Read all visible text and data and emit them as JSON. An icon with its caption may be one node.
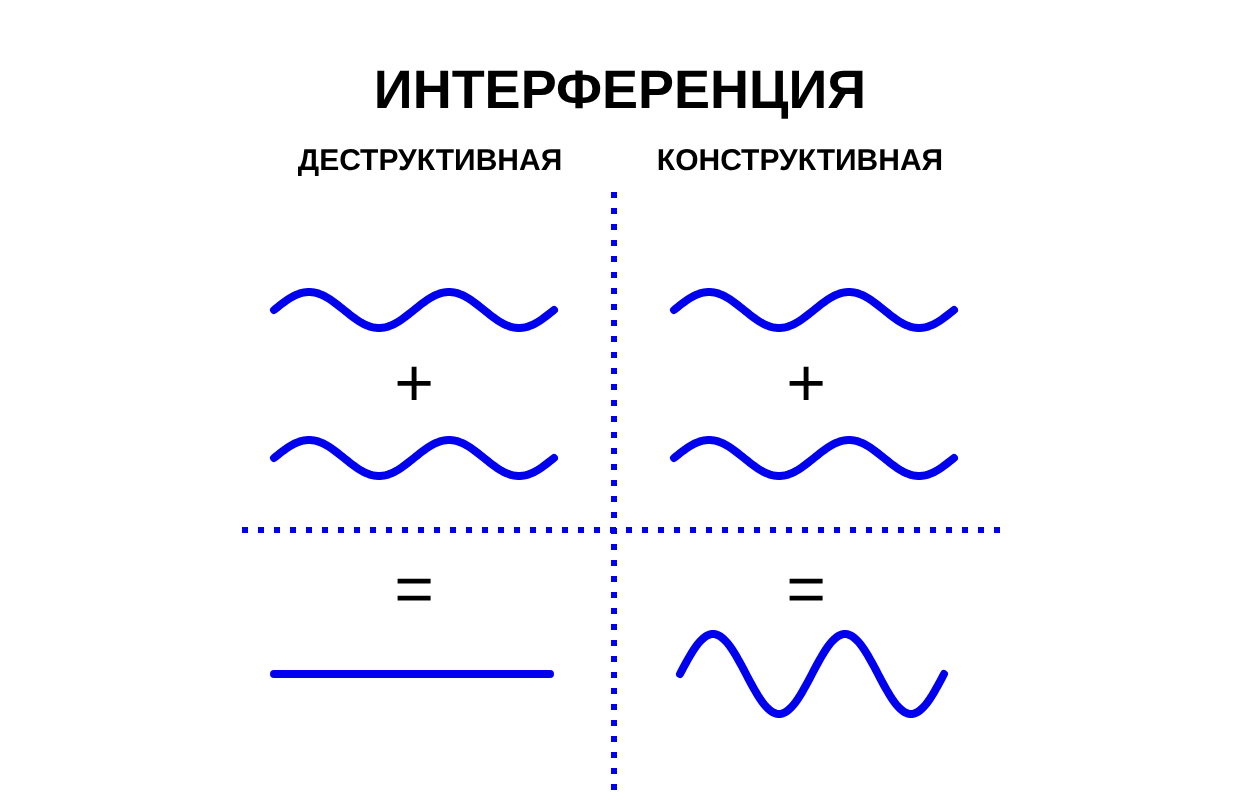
{
  "diagram": {
    "title": "ИНТЕРФЕРЕНЦИЯ",
    "labels": [
      "ДЕСТРУКТИВНАЯ",
      "КОНСТРУКТИВНАЯ",
      "+",
      "+",
      "=",
      "="
    ]
  }
}
